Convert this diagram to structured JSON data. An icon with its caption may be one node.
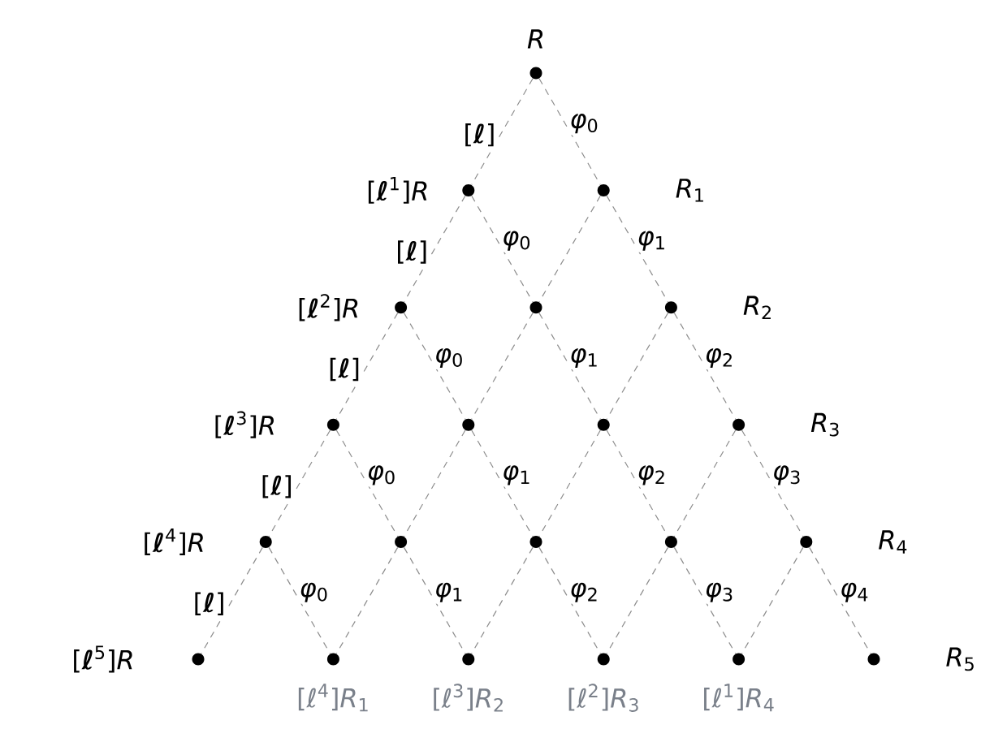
{
  "diagram": {
    "nodes": [
      {
        "text": [],
        "shape": "circle",
        "beside": [
          "*R*"
        ]
      },
      {
        "text": [],
        "shape": "circle",
        "beside": [
          "[**ℓ**$^{1}$]*R*"
        ]
      },
      {
        "text": [],
        "shape": "circle",
        "beside": [
          "*R*$_{1}$"
        ]
      },
      {
        "text": [],
        "shape": "circle",
        "beside": [
          "[**ℓ**$^{2}$]*R*"
        ]
      },
      {
        "text": [],
        "shape": "circle"
      },
      {
        "text": [],
        "shape": "circle",
        "beside": [
          "*R*$_{2}$"
        ]
      },
      {
        "text": [],
        "shape": "circle",
        "beside": [
          "[**ℓ**$^{3}$]*R*"
        ]
      },
      {
        "text": [],
        "shape": "circle"
      },
      {
        "text": [],
        "shape": "circle"
      },
      {
        "text": [],
        "shape": "circle",
        "beside": [
          "*R*$_{3}$"
        ]
      },
      {
        "text": [],
        "shape": "circle",
        "beside": [
          "[**ℓ**$^{4}$]*R*"
        ]
      },
      {
        "text": [],
        "shape": "circle"
      },
      {
        "text": [],
        "shape": "circle"
      },
      {
        "text": [],
        "shape": "circle"
      },
      {
        "text": [],
        "shape": "circle",
        "beside": [
          "*R*$_{4}$"
        ]
      },
      {
        "text": [],
        "shape": "circle",
        "beside": [
          "[**ℓ**$^{5}$]*R*"
        ]
      },
      {
        "text": [],
        "shape": "circle",
        "beside": [
          "[ℓ$^{4}$]*R*$_{1}$"
        ]
      },
      {
        "text": [],
        "shape": "circle",
        "beside": [
          "[ℓ$^{3}$]*R*$_{2}$"
        ]
      },
      {
        "text": [],
        "shape": "circle",
        "beside": [
          "[ℓ$^{2}$]*R*$_{3}$"
        ]
      },
      {
        "text": [],
        "shape": "circle",
        "beside": [
          "[ℓ$^{1}$]*R*$_{4}$"
        ]
      },
      {
        "text": [],
        "shape": "circle",
        "beside": [
          "*R*$_{5}$"
        ]
      }
    ],
    "edges": [
      {
        "from": 0,
        "to": 1,
        "arrow": "none",
        "style": "dashed",
        "label": "[**ℓ**]"
      },
      {
        "from": 0,
        "to": 2,
        "arrow": "none",
        "style": "dashed",
        "label": "*φ*$_{0}$"
      },
      {
        "from": 1,
        "to": 3,
        "arrow": "none",
        "style": "dashed",
        "label": "[**ℓ**]"
      },
      {
        "from": 1,
        "to": 4,
        "arrow": "none",
        "style": "dashed",
        "label": "*φ*$_{0}$"
      },
      {
        "from": 2,
        "to": 4,
        "arrow": "none",
        "style": "dashed"
      },
      {
        "from": 2,
        "to": 5,
        "arrow": "none",
        "style": "dashed",
        "label": "*φ*$_{1}$"
      },
      {
        "from": 3,
        "to": 6,
        "arrow": "none",
        "style": "dashed",
        "label": "[**ℓ**]"
      },
      {
        "from": 3,
        "to": 7,
        "arrow": "none",
        "style": "dashed",
        "label": "*φ*$_{0}$"
      },
      {
        "from": 4,
        "to": 7,
        "arrow": "none",
        "style": "dashed"
      },
      {
        "from": 4,
        "to": 8,
        "arrow": "none",
        "style": "dashed",
        "label": "*φ*$_{1}$"
      },
      {
        "from": 5,
        "to": 8,
        "arrow": "none",
        "style": "dashed"
      },
      {
        "from": 5,
        "to": 9,
        "arrow": "none",
        "style": "dashed",
        "label": "*φ*$_{2}$"
      },
      {
        "from": 6,
        "to": 10,
        "arrow": "none",
        "style": "dashed",
        "label": "[**ℓ**]"
      },
      {
        "from": 6,
        "to": 11,
        "arrow": "none",
        "style": "dashed",
        "label": "*φ*$_{0}$"
      },
      {
        "from": 7,
        "to": 11,
        "arrow": "none",
        "style": "dashed"
      },
      {
        "from": 7,
        "to": 12,
        "arrow": "none",
        "style": "dashed",
        "label": "*φ*$_{1}$"
      },
      {
        "from": 8,
        "to": 12,
        "arrow": "none",
        "style": "dashed"
      },
      {
        "from": 8,
        "to": 13,
        "arrow": "none",
        "style": "dashed",
        "label": "*φ*$_{2}$"
      },
      {
        "from": 9,
        "to": 13,
        "arrow": "none",
        "style": "dashed"
      },
      {
        "from": 9,
        "to": 14,
        "arrow": "none",
        "style": "dashed",
        "label": "*φ*$_{3}$"
      },
      {
        "from": 10,
        "to": 15,
        "arrow": "none",
        "style": "dashed",
        "label": "[**ℓ**]"
      },
      {
        "from": 10,
        "to": 16,
        "arrow": "none",
        "style": "dashed",
        "label": "*φ*$_{0}$"
      },
      {
        "from": 11,
        "to": 16,
        "arrow": "none",
        "style": "dashed"
      },
      {
        "from": 11,
        "to": 17,
        "arrow": "none",
        "style": "dashed",
        "label": "*φ*$_{1}$"
      },
      {
        "from": 12,
        "to": 17,
        "arrow": "none",
        "style": "dashed"
      },
      {
        "from": 12,
        "to": 18,
        "arrow": "none",
        "style": "dashed",
        "label": "*φ*$_{2}$"
      },
      {
        "from": 13,
        "to": 18,
        "arrow": "none",
        "style": "dashed"
      },
      {
        "from": 13,
        "to": 19,
        "arrow": "none",
        "style": "dashed",
        "label": "*φ*$_{3}$"
      },
      {
        "from": 14,
        "to": 19,
        "arrow": "none",
        "style": "dashed"
      },
      {
        "from": 14,
        "to": 20,
        "arrow": "none",
        "style": "dashed",
        "label": "*φ*$_{4}$"
      }
    ]
  }
}
